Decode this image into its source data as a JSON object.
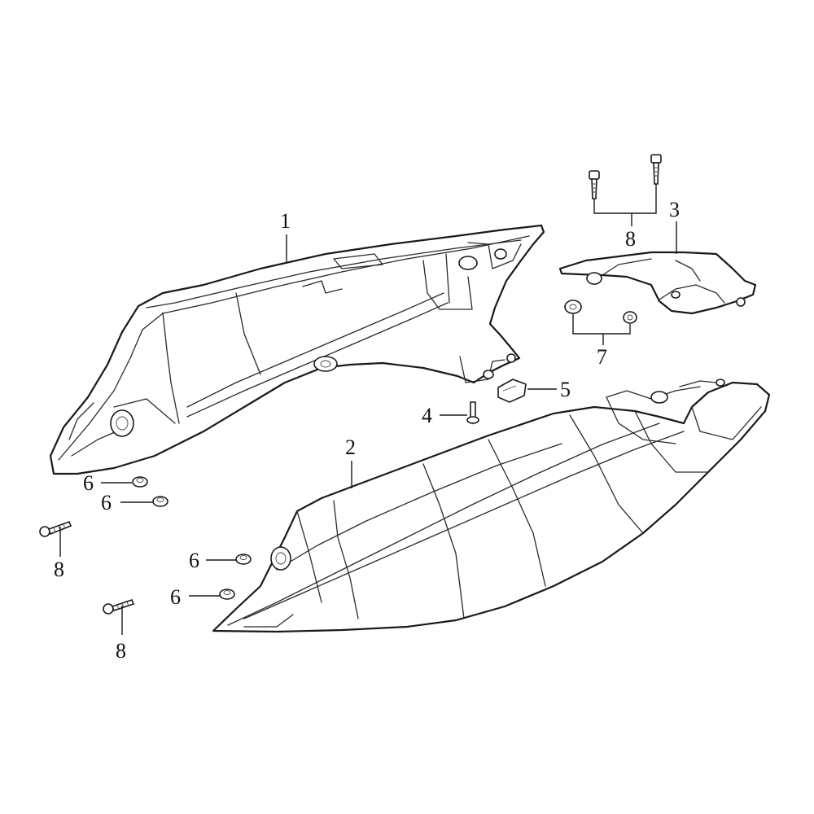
{
  "callouts": {
    "c1": "1",
    "c2": "2",
    "c3": "3",
    "c4": "4",
    "c5": "5",
    "c6a": "6",
    "c6b": "6",
    "c6c": "6",
    "c6d": "6",
    "c7": "7",
    "c8a": "8",
    "c8b": "8",
    "c8c": "8"
  },
  "colors": {
    "line": "#1a1a1a",
    "background": "#ffffff"
  }
}
